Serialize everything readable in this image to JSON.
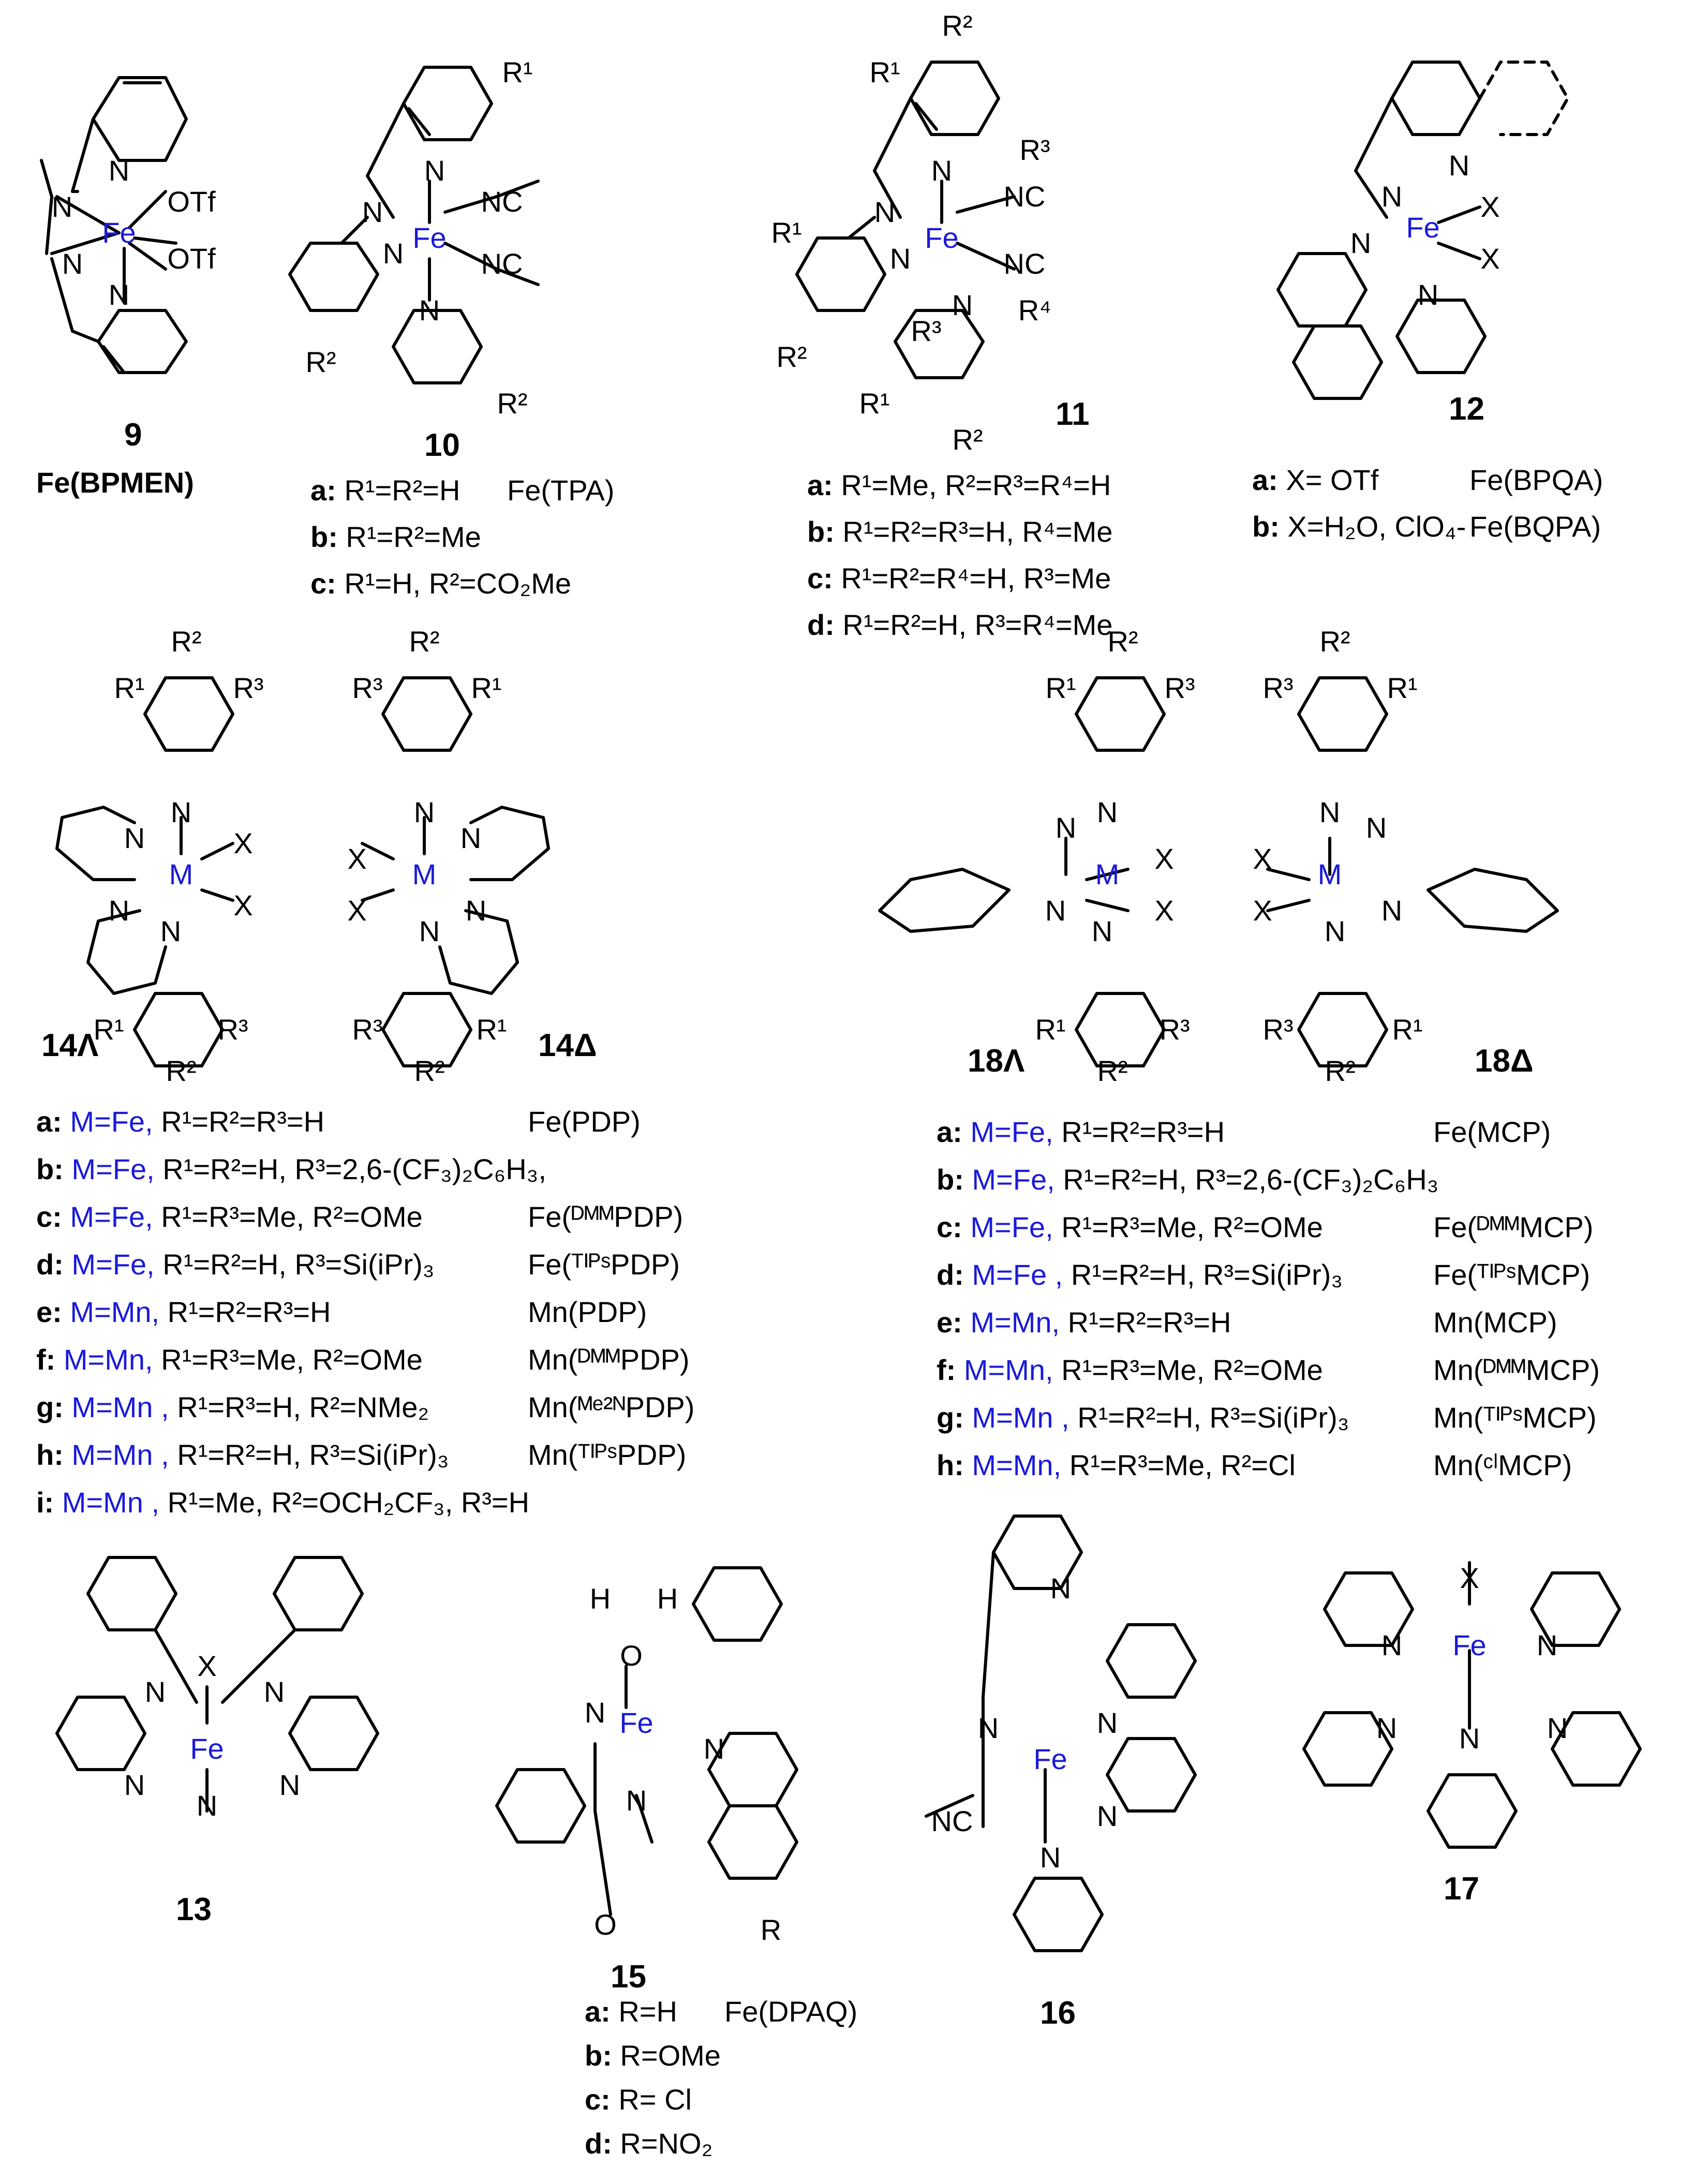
{
  "metal_color": "#1a1ad9",
  "labels": {
    "c9": "9",
    "c9_name": "Fe(BPMEN)",
    "c10": "10",
    "c11": "11",
    "c12": "12",
    "c14L": "14Λ",
    "c14D": "14Δ",
    "c18L": "18Λ",
    "c18D": "18Δ",
    "c13": "13",
    "c15": "15",
    "c16": "16",
    "c17": "17"
  },
  "atoms": {
    "N": "N",
    "Fe": "Fe",
    "M": "M",
    "X": "X",
    "O": "O",
    "H": "H",
    "OTf": "OTf",
    "NC": "NC",
    "R": "R",
    "R1": "R¹",
    "R2": "R²",
    "R3": "R³",
    "R4": "R⁴"
  },
  "variants_10": [
    {
      "key": "a:",
      "text": "R¹=R²=H",
      "name": "Fe(TPA)"
    },
    {
      "key": "b:",
      "text": "R¹=R²=Me",
      "name": ""
    },
    {
      "key": "c:",
      "text": "R¹=H, R²=CO₂Me",
      "name": ""
    }
  ],
  "variants_11": [
    {
      "key": "a:",
      "text": "R¹=Me, R²=R³=R⁴=H"
    },
    {
      "key": "b:",
      "text": "R¹=R²=R³=H, R⁴=Me"
    },
    {
      "key": "c:",
      "text": "R¹=R²=R⁴=H, R³=Me"
    },
    {
      "key": "d:",
      "text": "R¹=R²=H, R³=R⁴=Me"
    }
  ],
  "variants_12": [
    {
      "key": "a:",
      "text": "X= OTf",
      "name": "Fe(BPQA)"
    },
    {
      "key": "b:",
      "text": "X=H₂O, ClO₄-",
      "name": "Fe(BQPA)"
    }
  ],
  "variants_14": [
    {
      "key": "a:",
      "metal": "M=Fe,",
      "text": "R¹=R²=R³=H",
      "name": "Fe(PDP)"
    },
    {
      "key": "b:",
      "metal": "M=Fe,",
      "text": "R¹=R²=H, R³=2,6-(CF₃)₂C₆H₃,",
      "name": ""
    },
    {
      "key": "c:",
      "metal": "M=Fe,",
      "text": "R¹=R³=Me, R²=OMe",
      "name": "Fe(ᴰᴹᴹPDP)"
    },
    {
      "key": "d:",
      "metal": "M=Fe,",
      "text": "R¹=R²=H, R³=Si(iPr)₃",
      "name": "Fe(ᵀᴵᴾˢPDP)"
    },
    {
      "key": "e:",
      "metal": "M=Mn,",
      "text": "R¹=R²=R³=H",
      "name": "Mn(PDP)"
    },
    {
      "key": "f:",
      "metal": "M=Mn,",
      "text": "R¹=R³=Me, R²=OMe",
      "name": "Mn(ᴰᴹᴹPDP)"
    },
    {
      "key": "g:",
      "metal": "M=Mn ,",
      "text": "R¹=R³=H, R²=NMe₂",
      "name": "Mn(ᴹᵉ²ᴺPDP)"
    },
    {
      "key": "h:",
      "metal": "M=Mn ,",
      "text": "R¹=R²=H, R³=Si(iPr)₃",
      "name": "Mn(ᵀᴵᴾˢPDP)"
    },
    {
      "key": "i:",
      "metal": "M=Mn ,",
      "text": "R¹=Me, R²=OCH₂CF₃, R³=H",
      "name": ""
    }
  ],
  "variants_18": [
    {
      "key": "a:",
      "metal": "M=Fe,",
      "text": "R¹=R²=R³=H",
      "name": "Fe(MCP)"
    },
    {
      "key": "b:",
      "metal": "M=Fe,",
      "text": "R¹=R²=H, R³=2,6-(CF₃)₂C₆H₃",
      "name": ""
    },
    {
      "key": "c:",
      "metal": "M=Fe,",
      "text": "R¹=R³=Me, R²=OMe",
      "name": "Fe(ᴰᴹᴹMCP)"
    },
    {
      "key": "d:",
      "metal": "M=Fe ,",
      "text": "R¹=R²=H, R³=Si(iPr)₃",
      "name": "Fe(ᵀᴵᴾˢMCP)"
    },
    {
      "key": "e:",
      "metal": "M=Mn,",
      "text": "R¹=R²=R³=H",
      "name": "Mn(MCP)"
    },
    {
      "key": "f:",
      "metal": "M=Mn,",
      "text": "R¹=R³=Me, R²=OMe",
      "name": "Mn(ᴰᴹᴹMCP)"
    },
    {
      "key": "g:",
      "metal": "M=Mn ,",
      "text": "R¹=R²=H, R³=Si(iPr)₃",
      "name": "Mn(ᵀᴵᴾˢMCP)"
    },
    {
      "key": "h:",
      "metal": "M=Mn,",
      "text": "R¹=R³=Me, R²=Cl",
      "name": "Mn(ᶜˡMCP)"
    }
  ],
  "variants_15": [
    {
      "key": "a:",
      "text": "R=H",
      "name": "Fe(DPAQ)"
    },
    {
      "key": "b:",
      "text": "R=OMe",
      "name": ""
    },
    {
      "key": "c:",
      "text": "R= Cl",
      "name": ""
    },
    {
      "key": "d:",
      "text": "R=NO₂",
      "name": ""
    }
  ]
}
